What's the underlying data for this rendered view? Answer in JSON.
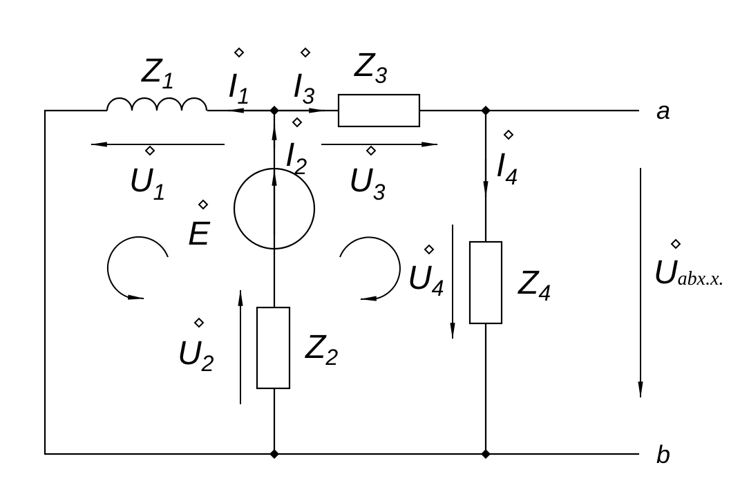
{
  "diagram": {
    "components": {
      "z1": {
        "main": "Z",
        "sub": "1"
      },
      "z2": {
        "main": "Z",
        "sub": "2"
      },
      "z3": {
        "main": "Z",
        "sub": "3"
      },
      "z4": {
        "main": "Z",
        "sub": "4"
      },
      "e": {
        "main": "E"
      }
    },
    "currents": {
      "i1": {
        "main": "I",
        "sub": "1"
      },
      "i2": {
        "main": "I",
        "sub": "2"
      },
      "i3": {
        "main": "I",
        "sub": "3"
      },
      "i4": {
        "main": "I",
        "sub": "4"
      }
    },
    "voltages": {
      "u1": {
        "main": "U",
        "sub": "1"
      },
      "u2": {
        "main": "U",
        "sub": "2"
      },
      "u3": {
        "main": "U",
        "sub": "3"
      },
      "u4": {
        "main": "U",
        "sub": "4"
      },
      "uab": {
        "main": "U",
        "sub": "abx.x."
      }
    },
    "terminals": {
      "a": "a",
      "b": "b"
    }
  }
}
